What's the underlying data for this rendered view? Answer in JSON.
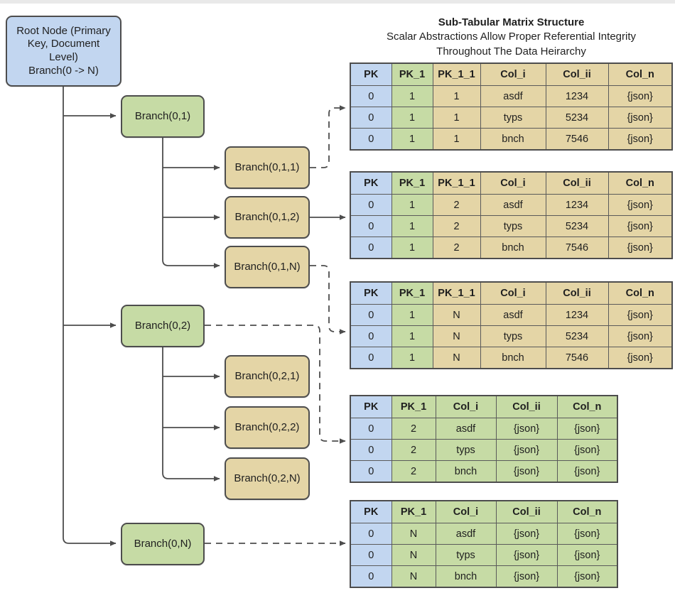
{
  "title": {
    "main": "Sub-Tabular Matrix Structure",
    "sub_line1": "Scalar Abstractions Allow Proper Referential Integrity",
    "sub_line2": "Throughout The Data Heirarchy"
  },
  "colors": {
    "root_fill": "#c2d6f0",
    "branch_fill": "#c6dba5",
    "leaf_fill": "#e4d5a6",
    "stroke": "#4d4d4d",
    "background": "#ffffff",
    "top_strip": "#e9e9e9"
  },
  "nodes": {
    "root": {
      "line1": "Root Node (Primary",
      "line2": "Key, Document",
      "line3": "Level)",
      "line4": "Branch(0 -> N)",
      "full": "Root Node (Primary Key, Document Level) Branch(0 -> N)"
    },
    "b01": {
      "label": "Branch(0,1)"
    },
    "b02": {
      "label": "Branch(0,2)"
    },
    "b0N": {
      "label": "Branch(0,N)"
    },
    "b011": {
      "label": "Branch(0,1,1)"
    },
    "b012": {
      "label": "Branch(0,1,2)"
    },
    "b01N": {
      "label": "Branch(0,1,N)"
    },
    "b021": {
      "label": "Branch(0,2,1)"
    },
    "b022": {
      "label": "Branch(0,2,2)"
    },
    "b02N": {
      "label": "Branch(0,2,N)"
    }
  },
  "tables": [
    {
      "id": "table-b011",
      "headers": [
        "PK",
        "PK_1",
        "PK_1_1",
        "Col_i",
        "Col_ii",
        "Col_n"
      ],
      "header_colors": [
        "blue",
        "green",
        "tan",
        "tan",
        "tan",
        "tan"
      ],
      "rows": [
        [
          "0",
          "1",
          "1",
          "asdf",
          "1234",
          "{json}"
        ],
        [
          "0",
          "1",
          "1",
          "typs",
          "5234",
          "{json}"
        ],
        [
          "0",
          "1",
          "1",
          "bnch",
          "7546",
          "{json}"
        ]
      ]
    },
    {
      "id": "table-b012",
      "headers": [
        "PK",
        "PK_1",
        "PK_1_1",
        "Col_i",
        "Col_ii",
        "Col_n"
      ],
      "header_colors": [
        "blue",
        "green",
        "tan",
        "tan",
        "tan",
        "tan"
      ],
      "rows": [
        [
          "0",
          "1",
          "2",
          "asdf",
          "1234",
          "{json}"
        ],
        [
          "0",
          "1",
          "2",
          "typs",
          "5234",
          "{json}"
        ],
        [
          "0",
          "1",
          "2",
          "bnch",
          "7546",
          "{json}"
        ]
      ]
    },
    {
      "id": "table-b01N",
      "headers": [
        "PK",
        "PK_1",
        "PK_1_1",
        "Col_i",
        "Col_ii",
        "Col_n"
      ],
      "header_colors": [
        "blue",
        "green",
        "tan",
        "tan",
        "tan",
        "tan"
      ],
      "rows": [
        [
          "0",
          "1",
          "N",
          "asdf",
          "1234",
          "{json}"
        ],
        [
          "0",
          "1",
          "N",
          "typs",
          "5234",
          "{json}"
        ],
        [
          "0",
          "1",
          "N",
          "bnch",
          "7546",
          "{json}"
        ]
      ]
    },
    {
      "id": "table-b02",
      "headers": [
        "PK",
        "PK_1",
        "Col_i",
        "Col_ii",
        "Col_n"
      ],
      "header_colors": [
        "blue",
        "green",
        "green",
        "green",
        "green"
      ],
      "rows": [
        [
          "0",
          "2",
          "asdf",
          "{json}",
          "{json}"
        ],
        [
          "0",
          "2",
          "typs",
          "{json}",
          "{json}"
        ],
        [
          "0",
          "2",
          "bnch",
          "{json}",
          "{json}"
        ]
      ]
    },
    {
      "id": "table-b0N",
      "headers": [
        "PK",
        "PK_1",
        "Col_i",
        "Col_ii",
        "Col_n"
      ],
      "header_colors": [
        "blue",
        "green",
        "green",
        "green",
        "green"
      ],
      "rows": [
        [
          "0",
          "N",
          "asdf",
          "{json}",
          "{json}"
        ],
        [
          "0",
          "N",
          "typs",
          "{json}",
          "{json}"
        ],
        [
          "0",
          "N",
          "bnch",
          "{json}",
          "{json}"
        ]
      ]
    }
  ]
}
